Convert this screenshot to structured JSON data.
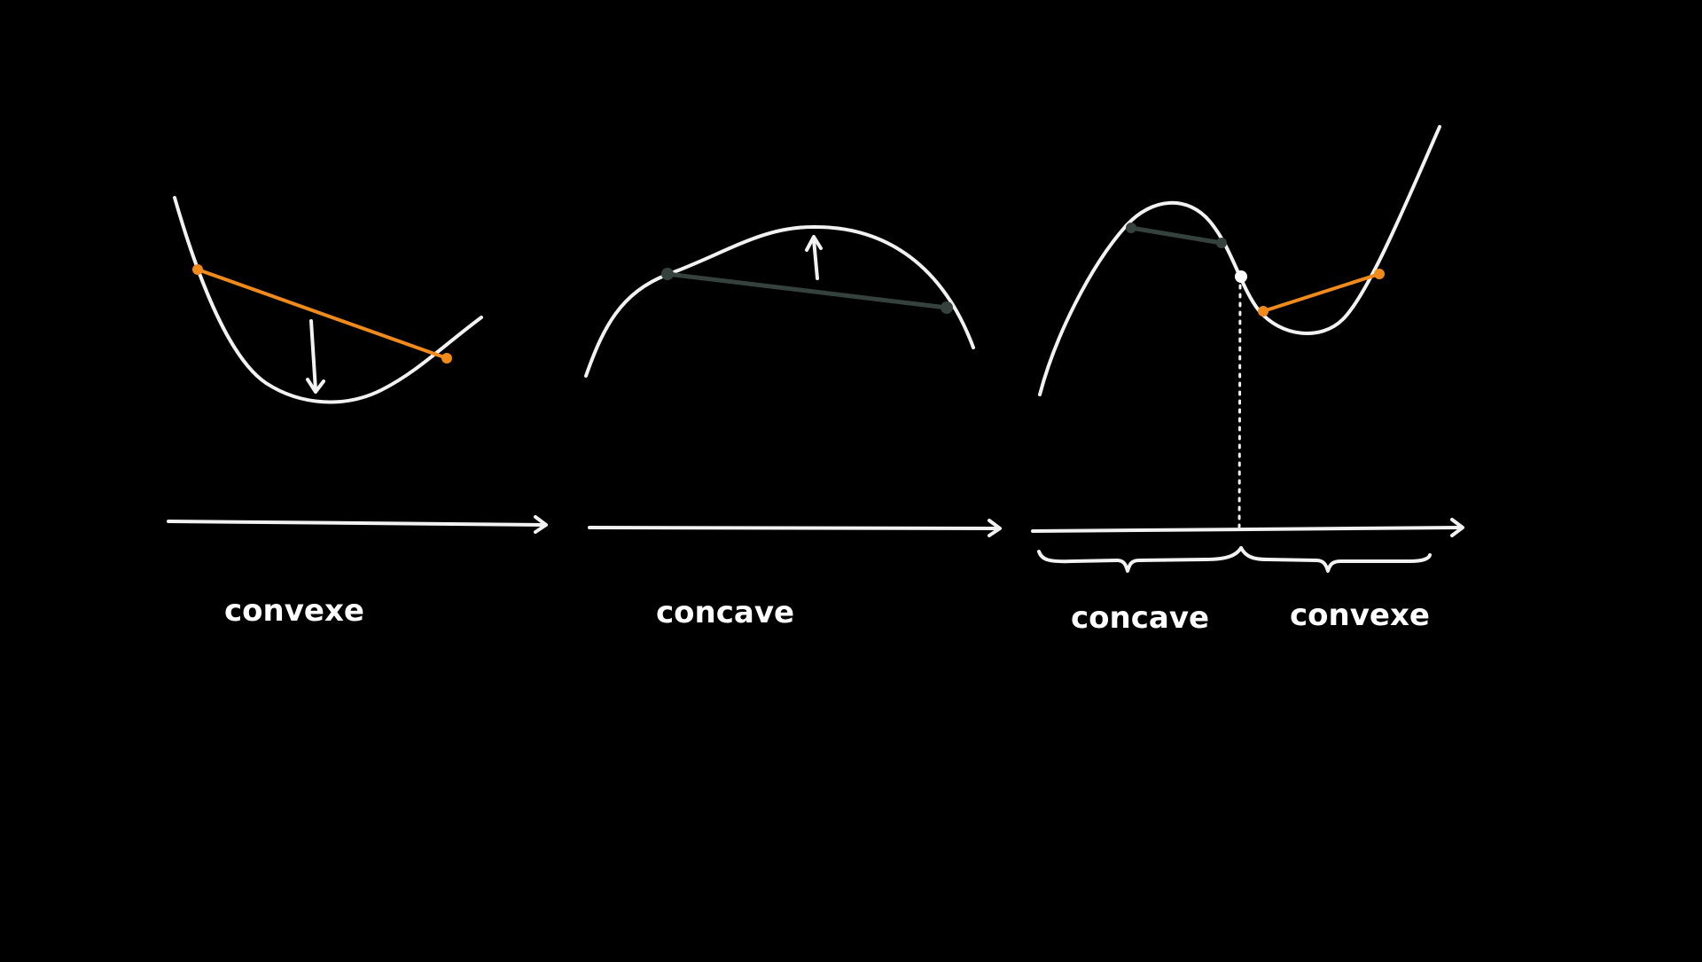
{
  "colors": {
    "background": "#000000",
    "curve": "#f2f2f2",
    "secant_convex": "#f08a1a",
    "secant_concave": "#35413d"
  },
  "panels": [
    {
      "id": "convex",
      "label": "convexe"
    },
    {
      "id": "concave",
      "label": "concave"
    },
    {
      "id": "mixed",
      "labels": [
        "concave",
        "convexe"
      ]
    }
  ]
}
